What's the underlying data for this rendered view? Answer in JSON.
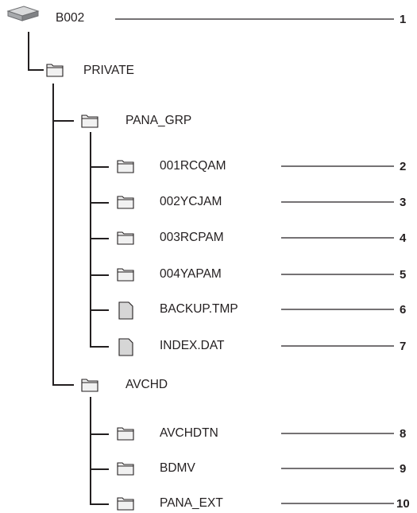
{
  "root": {
    "label": "B002",
    "callout": "1",
    "icon": "drive-icon"
  },
  "private": {
    "label": "PRIVATE",
    "icon": "folder-icon"
  },
  "pana_grp": {
    "label": "PANA_GRP",
    "icon": "folder-icon",
    "children": [
      {
        "label": "001RCQAM",
        "callout": "2",
        "icon": "folder-icon"
      },
      {
        "label": "002YCJAM",
        "callout": "3",
        "icon": "folder-icon"
      },
      {
        "label": "003RCPAM",
        "callout": "4",
        "icon": "folder-icon"
      },
      {
        "label": "004YAPAM",
        "callout": "5",
        "icon": "folder-icon"
      },
      {
        "label": "BACKUP.TMP",
        "callout": "6",
        "icon": "file-icon"
      },
      {
        "label": "INDEX.DAT",
        "callout": "7",
        "icon": "file-icon"
      }
    ]
  },
  "avchd": {
    "label": "AVCHD",
    "icon": "folder-icon",
    "children": [
      {
        "label": "AVCHDTN",
        "callout": "8",
        "icon": "folder-icon"
      },
      {
        "label": "BDMV",
        "callout": "9",
        "icon": "folder-icon"
      },
      {
        "label": "PANA_EXT",
        "callout": "10",
        "icon": "folder-icon"
      }
    ]
  },
  "colors": {
    "line": "#231f20",
    "folder_fill": "#f1f1f1",
    "file_fill": "#d6d6d6",
    "drive_fill": "#a7a9ac"
  }
}
